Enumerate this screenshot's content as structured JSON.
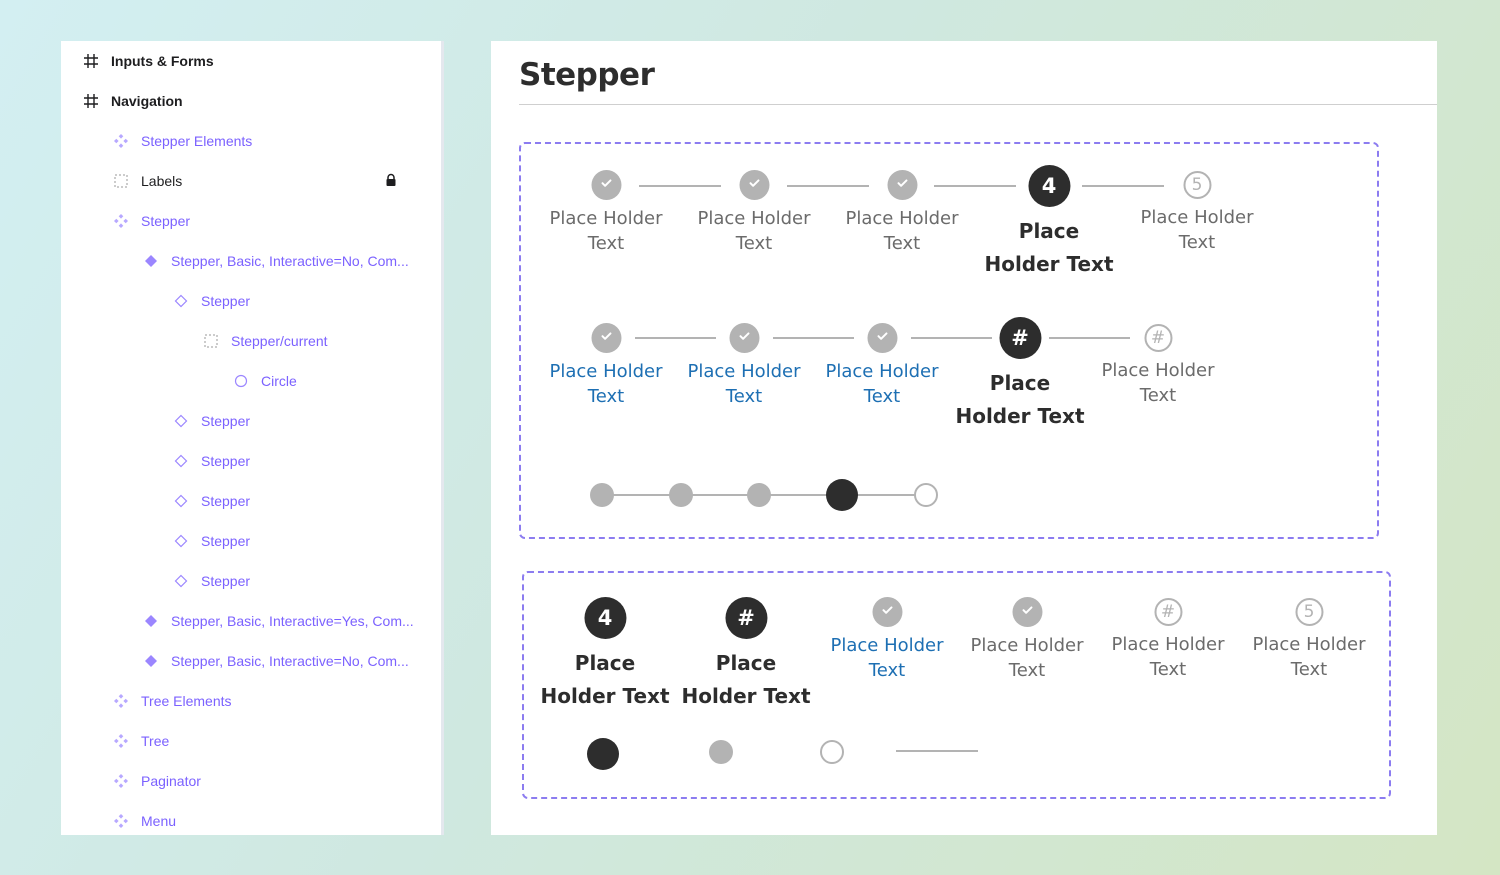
{
  "colors": {
    "accent": "#7b61ff",
    "link": "#1d6fb3",
    "done": "#b3b3b3",
    "current": "#2d2d2d",
    "box_border": "#8c7cf0"
  },
  "layers": [
    {
      "label": "Inputs & Forms",
      "icon": "frame-icon",
      "level": 0
    },
    {
      "label": "Navigation",
      "icon": "frame-icon",
      "level": 0
    },
    {
      "label": "Stepper Elements",
      "icon": "component-icon",
      "level": 1
    },
    {
      "label": "Labels",
      "icon": "section-icon",
      "level": 1,
      "locked": true
    },
    {
      "label": "Stepper",
      "icon": "component-icon",
      "level": 1
    },
    {
      "label": "Stepper, Basic, Interactive=No, Com...",
      "icon": "variant-icon",
      "level": 2
    },
    {
      "label": "Stepper",
      "icon": "instance-icon",
      "level": 3
    },
    {
      "label": "Stepper/current",
      "icon": "section-icon",
      "level": 4
    },
    {
      "label": "Circle",
      "icon": "circle-icon",
      "level": 5
    },
    {
      "label": "Stepper",
      "icon": "instance-icon",
      "level": 3
    },
    {
      "label": "Stepper",
      "icon": "instance-icon",
      "level": 3
    },
    {
      "label": "Stepper",
      "icon": "instance-icon",
      "level": 3
    },
    {
      "label": "Stepper",
      "icon": "instance-icon",
      "level": 3
    },
    {
      "label": "Stepper",
      "icon": "instance-icon",
      "level": 3
    },
    {
      "label": "Stepper, Basic, Interactive=Yes, Com...",
      "icon": "variant-icon",
      "level": 2
    },
    {
      "label": "Stepper, Basic, Interactive=No, Com...",
      "icon": "variant-icon",
      "level": 2
    },
    {
      "label": "Tree Elements",
      "icon": "component-icon",
      "level": 1
    },
    {
      "label": "Tree",
      "icon": "component-icon",
      "level": 1
    },
    {
      "label": "Paginator",
      "icon": "component-icon",
      "level": 1
    },
    {
      "label": "Menu",
      "icon": "component-icon",
      "level": 1
    }
  ],
  "canvas": {
    "title": "Stepper",
    "row1": [
      {
        "state": "done",
        "label1": "Place Holder",
        "label2": "Text"
      },
      {
        "state": "done",
        "label1": "Place Holder",
        "label2": "Text"
      },
      {
        "state": "done",
        "label1": "Place Holder",
        "label2": "Text"
      },
      {
        "state": "current",
        "number": "4",
        "label1": "Place",
        "label2": "Holder Text"
      },
      {
        "state": "next",
        "number": "5",
        "label1": "Place Holder",
        "label2": "Text"
      }
    ],
    "row2": [
      {
        "state": "done",
        "label1": "Place Holder",
        "label2": "Text",
        "link": true
      },
      {
        "state": "done",
        "label1": "Place Holder",
        "label2": "Text",
        "link": true
      },
      {
        "state": "done",
        "label1": "Place Holder",
        "label2": "Text",
        "link": true
      },
      {
        "state": "current",
        "number": "#",
        "label1": "Place",
        "label2": "Holder Text"
      },
      {
        "state": "next",
        "number": "#",
        "label1": "Place Holder",
        "label2": "Text"
      }
    ],
    "row4": [
      {
        "state": "current",
        "number": "4",
        "label1": "Place",
        "label2": "Holder Text"
      },
      {
        "state": "current",
        "number": "#",
        "label1": "Place",
        "label2": "Holder Text"
      },
      {
        "state": "done",
        "label1": "Place Holder",
        "label2": "Text",
        "link": true
      },
      {
        "state": "done",
        "label1": "Place Holder",
        "label2": "Text"
      },
      {
        "state": "next",
        "number": "#",
        "label1": "Place Holder",
        "label2": "Text"
      },
      {
        "state": "next",
        "number": "5",
        "label1": "Place Holder",
        "label2": "Text"
      }
    ]
  }
}
